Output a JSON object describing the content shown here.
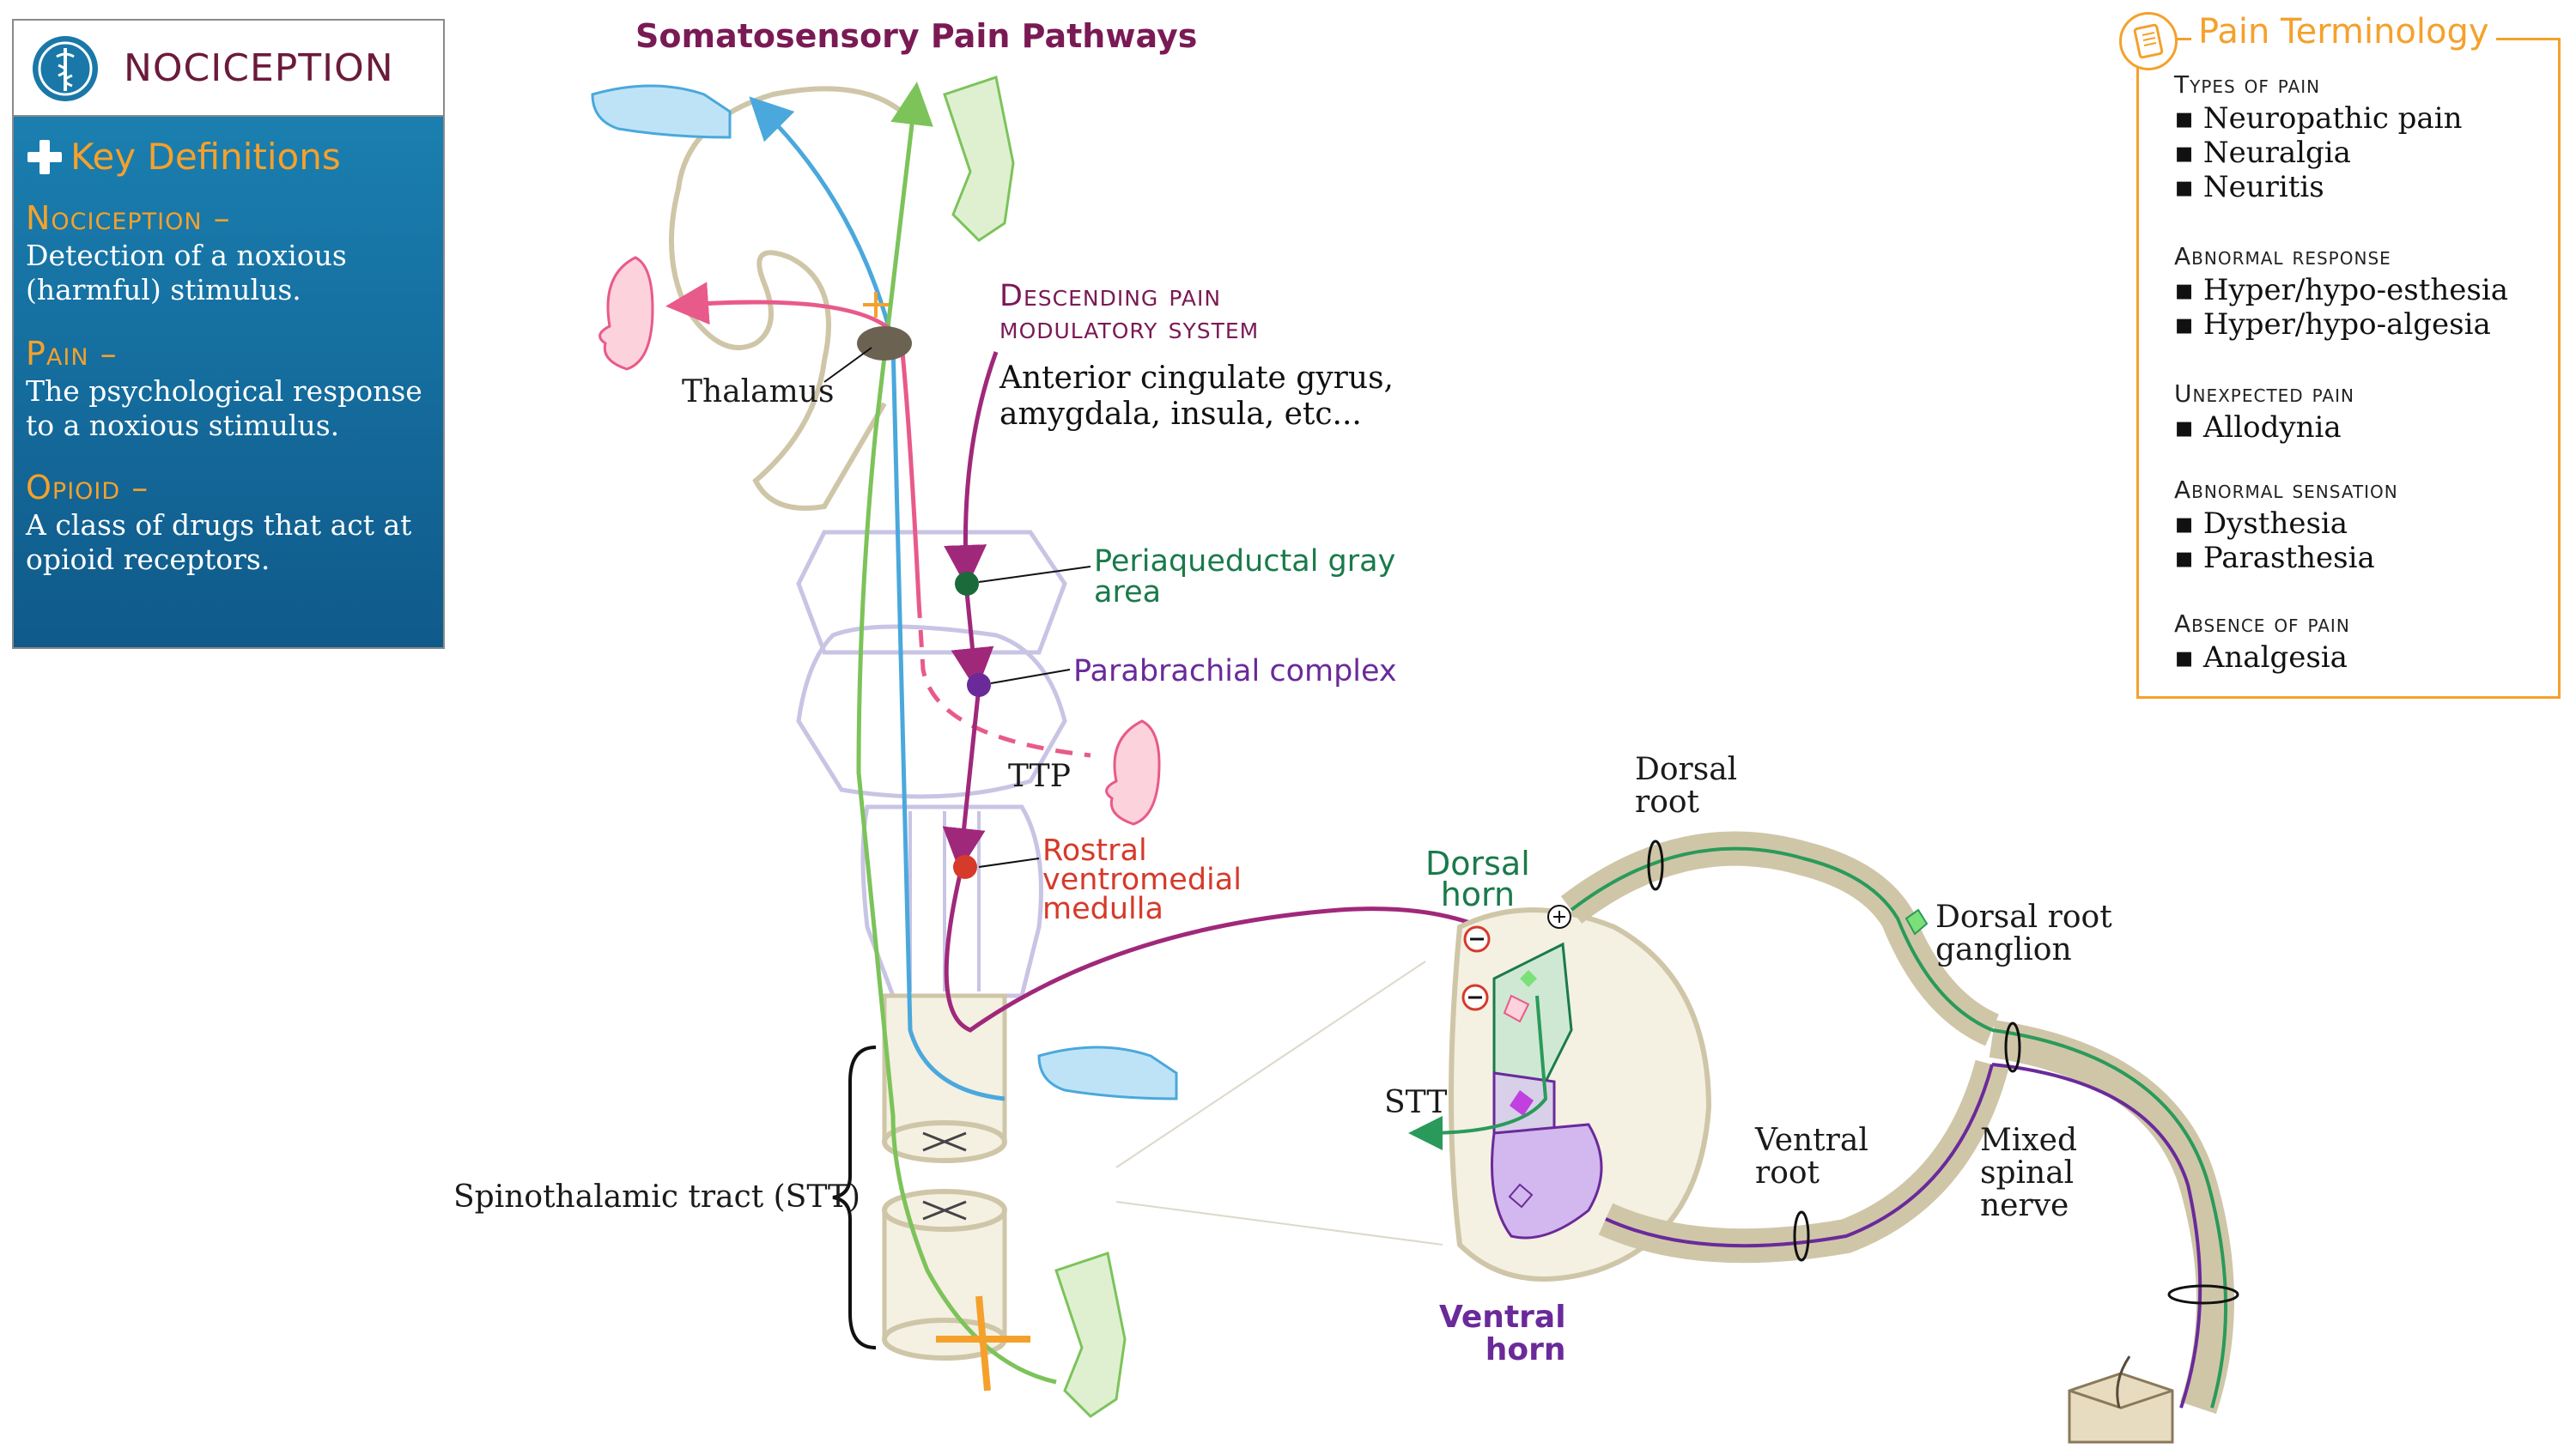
{
  "header": {
    "title": "NOCICEPTION",
    "icon": "caduceus-icon"
  },
  "definitions": {
    "heading": "Key Definitions",
    "items": [
      {
        "term": "Nociception –",
        "text": "Detection of a noxious (harmful) stimulus."
      },
      {
        "term": "Pain –",
        "text": "The psychological response to a noxious stimulus."
      },
      {
        "term": "Opioid –",
        "text": "A class of drugs that act at opioid receptors."
      }
    ]
  },
  "diagram": {
    "title": "Somatosensory Pain Pathways",
    "descending_title_1": "Descending pain",
    "descending_title_2": "modulatory system",
    "descending_body_1": "Anterior cingulate gyrus,",
    "descending_body_2": "amygdala, insula, etc...",
    "thalamus": "Thalamus",
    "pag_1": "Periaqueductal gray",
    "pag_2": "area",
    "parabrachial": "Parabrachial complex",
    "ttp": "TTP",
    "rvm_1": "Rostral",
    "rvm_2": "ventromedial",
    "rvm_3": "medulla",
    "stt_long": "Spinothalamic tract (STT)",
    "dorsal_horn_1": "Dorsal",
    "dorsal_horn_2": "horn",
    "stt": "STT",
    "ventral_horn_1": "Ventral",
    "ventral_horn_2": "horn",
    "dorsal_root_1": "Dorsal",
    "dorsal_root_2": "root",
    "drg_1": "Dorsal root",
    "drg_2": "ganglion",
    "ventral_root_1": "Ventral",
    "ventral_root_2": "root",
    "mixed_1": "Mixed",
    "mixed_2": "spinal",
    "mixed_3": "nerve",
    "colors": {
      "blue_pathway": "#4aa8dc",
      "green_pathway": "#7cc35a",
      "pink_pathway": "#e85a8a",
      "descending": "#a0287a",
      "pag": "#1a6a3a",
      "parabrachial": "#6a2a9a",
      "rvm": "#d63a2a",
      "tissue": "#c8c0a0"
    }
  },
  "terminology": {
    "title": "Pain Terminology",
    "icon": "notepad-icon",
    "groups": [
      {
        "heading": "Types of pain",
        "items": [
          "Neuropathic pain",
          "Neuralgia",
          "Neuritis"
        ]
      },
      {
        "heading": "Abnormal response",
        "items": [
          "Hyper/hypo-esthesia",
          "Hyper/hypo-algesia"
        ]
      },
      {
        "heading": "Unexpected pain",
        "items": [
          "Allodynia"
        ]
      },
      {
        "heading": "Abnormal sensation",
        "items": [
          "Dysthesia",
          "Parasthesia"
        ]
      },
      {
        "heading": "Absence of pain",
        "items": [
          "Analgesia"
        ]
      }
    ]
  }
}
